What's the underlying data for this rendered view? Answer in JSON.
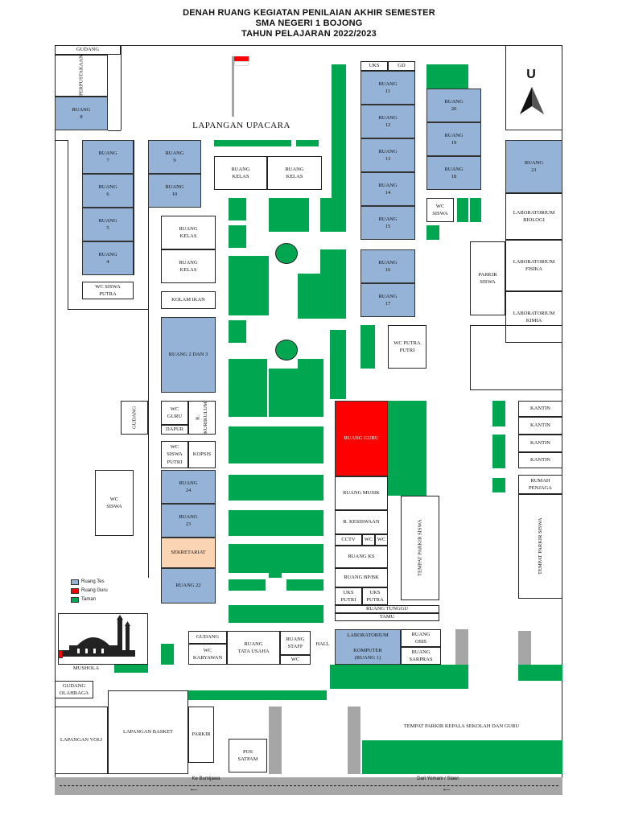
{
  "header": {
    "line1": "DENAH RUANG KEGIATAN PENILAIAN AKHIR SEMESTER",
    "line2": "SMA NEGERI 1 BOJONG",
    "line3": "TAHUN PELAJARAN 2022/2023"
  },
  "compass": {
    "label": "U"
  },
  "labels": {
    "gudang_top": "GUDANG",
    "perpustakaan": "PERPUSTAKAAN",
    "ruang8": "RUANG\n8",
    "lapangan_upacara": "LAPANGAN UPACARA",
    "ruang7": "RUANG\n7",
    "ruang6": "RUANG\n6",
    "ruang5": "RUANG\n5",
    "ruang4": "RUANG\n4",
    "ruang9": "RUANG\n9",
    "ruang10": "RUANG\n10",
    "ruang_kelas_a": "RUANG\nKELAS",
    "ruang_kelas_b": "RUANG\nKELAS",
    "ruang_kelas_c": "RUANG\nKELAS",
    "ruang_kelas_d": "RUANG\nKELAS",
    "wc_siswa_putra": "WC SISWA\nPUTRA",
    "kolam_ikan": "KOLAM IKAN",
    "ruang2dan3": "RUANG 2 DAN 3",
    "uks_top": "UKS",
    "gd_top": "GD",
    "ruang11": "RUANG\n11",
    "ruang12": "RUANG\n12",
    "ruang13": "RUANG\n13",
    "ruang14": "RUANG\n14",
    "ruang15": "RUANG\n15",
    "ruang16": "RUANG\n16",
    "ruang17": "RUANG\n17",
    "ruang20": "RUANG\n20",
    "ruang19": "RUANG\n19",
    "ruang18": "RUANG\n18",
    "ruang21": "RUANG\n21",
    "wc_siswa_mid": "WC\nSISWA",
    "lab_biologi": "LABORATORIUM\nBIOLOGI",
    "lab_fisika": "LABORATORIUM\nFISIKA",
    "lab_kimia": "LABORATORIUM\nKIMIA",
    "parkir_siswa": "PARKIR\nSISWA",
    "wc_putra_putri": "WC PUTRA\nPUTRI",
    "gudang_left": "GUDANG",
    "wc_guru": "WC\nGURU",
    "r_kurikulum": "R.\nKURIKULUM",
    "dapur": "DAPUR",
    "wc_siswa_putri": "WC\nSISWA\nPUTRI",
    "kopsis": "KOPSIS",
    "wc_siswa_left": "WC\nSISWA",
    "ruang24": "RUANG\n24",
    "ruang23": "RUANG\n23",
    "sekretariat": "SEKRETARIAT",
    "ruang22": "RUANG 22",
    "ruang_guru": "RUANG GURU",
    "ruang_musik": "RUANG MUSIK",
    "r_kesiswaan": "R. KESISWAAN",
    "cctv": "CCTV",
    "wc_cctv": "WC",
    "wc_cctv2": "WC",
    "ruang_ks": "RUANG KS",
    "ruang_bpbk": "RUANG BP/BK",
    "uks_putri": "UKS\nPUTRI",
    "uks_putra": "UKS\nPUTRA",
    "ruang_tunggu": "RUANG TUNGGU",
    "tamu": "TAMU",
    "tempat_parkir_siswa_mid": "TEMPAT PARKIR SISWA",
    "kantin1": "KANTIN",
    "kantin2": "KANTIN",
    "kantin3": "KANTIN",
    "kantin4": "KANTIN",
    "rumah_penjaga": "RUMAH\nPENJAGA",
    "tempat_parkir_siswa_right": "TEMPAT PARKIR SISWA",
    "gudang_bottom": "GUDANG",
    "wc_karyawan": "WC\nKARYAWAN",
    "ruang_tata_usaha": "RUANG\nTATA USAHA",
    "ruang_staff": "RUANG\nSTAFF",
    "wc_staff": "WC",
    "hall": "HALL",
    "lab_komputer": "LABORATORIUM\n\nKOMPUTER\n(RUANG 1)",
    "ruang_osis": "RUANG\nOSIS",
    "ruang_sarpras": "RUANG\nSARPRAS",
    "mushola": "MUSHOLA",
    "gudang_olahraga": "GUDANG\nOLAHRAGA",
    "lapangan_voli": "LAPANGAN VOLI",
    "lapangan_basket": "LAPANGAN BASKET",
    "parkir": "PARKIR",
    "pos_satpam": "POS\nSATPAM",
    "tempat_parkir_ks": "TEMPAT PARKIR KEPALA SEKOLAH DAN GURU",
    "road_left": "Ke Bumijawa",
    "road_right": "Dari Yomani / Slawi"
  },
  "legend": [
    {
      "label": "Ruang Tes",
      "color": "#95b3d7"
    },
    {
      "label": "Ruang Guru",
      "color": "#ff0000"
    },
    {
      "label": "Taman",
      "color": "#00a650"
    }
  ],
  "colors": {
    "ruang_tes": "#95b3d7",
    "ruang_guru": "#ff0000",
    "taman": "#00a650",
    "sekretariat": "#fbd4b4",
    "gray": "#a6a6a6"
  }
}
